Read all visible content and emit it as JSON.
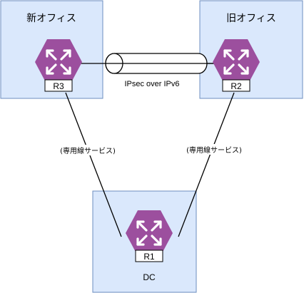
{
  "sites": {
    "new_office": {
      "label": "新オフィス"
    },
    "old_office": {
      "label": "旧オフィス"
    },
    "dc": {
      "label": "DC"
    }
  },
  "routers": {
    "r3": {
      "id": "R3"
    },
    "r2": {
      "id": "R2"
    },
    "r1": {
      "id": "R1"
    }
  },
  "links": {
    "tunnel": {
      "label": "IPsec over IPv6"
    },
    "r3_r1": {
      "label": "(専用線サービス)"
    },
    "r2_r1": {
      "label": "(専用線サービス)"
    }
  },
  "colors": {
    "site_fill": "#dae8fc",
    "site_stroke": "#6c8ebf",
    "router_fill": "#9c4f9e",
    "router_icon": "#ffffff",
    "line": "#000000"
  }
}
